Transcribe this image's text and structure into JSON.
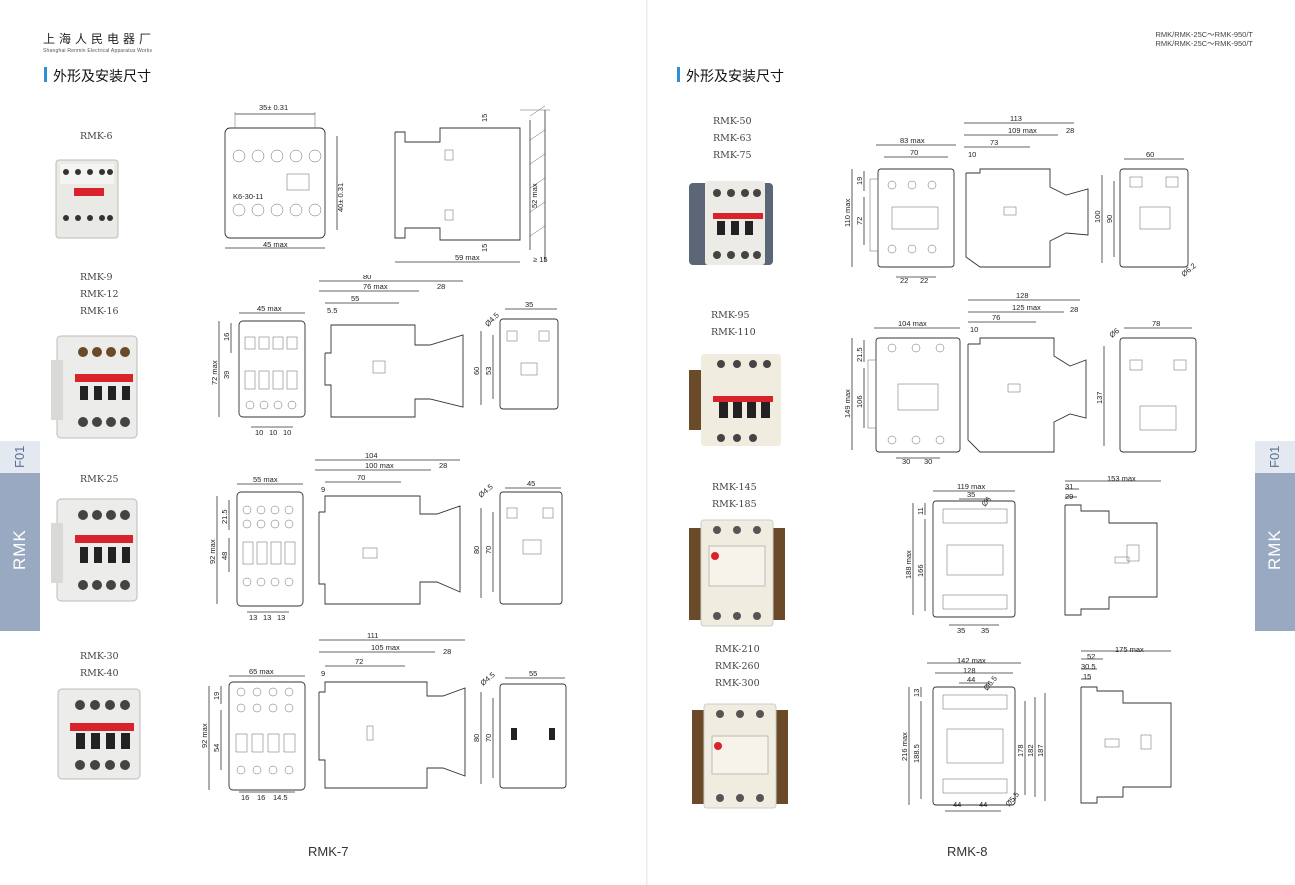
{
  "header": {
    "company_cn": "上海人民电器厂",
    "company_en": "Shanghai Renmin Electrical Apparatus Works",
    "model_line_1": "RMK/RMK-25C～RMK-950/T",
    "model_line_2": "RMK/RMK-25C～RMK-950/T"
  },
  "left": {
    "heading": "外形及安装尺寸",
    "page_number": "RMK-7",
    "tab_code": "F01",
    "tab_name": "RMK",
    "models": [
      {
        "lines": [
          "RMK-6"
        ]
      },
      {
        "lines": [
          "RMK-9",
          "RMK-12",
          "RMK-16"
        ]
      },
      {
        "lines": [
          "RMK-25"
        ]
      },
      {
        "lines": [
          "RMK-30",
          "RMK-40"
        ]
      }
    ],
    "dims": {
      "rmk6": {
        "top": "35± 0.31",
        "right": "40± 0.31",
        "bottom": "45 max",
        "label": "K6-30-11",
        "side_top": "15",
        "side_right": "52 max",
        "side_bottom": "15",
        "side_width": "59 max",
        "side_gap": "≥ 15"
      },
      "rmk9": {
        "width": "45 max",
        "h1": "16",
        "h2": "72 max",
        "h3": "39",
        "pitch": [
          "10",
          "10",
          "10"
        ],
        "d1": "80",
        "d2": "76 max",
        "d3": "55",
        "d4": "28",
        "d5": "5.5",
        "hole": "Ø4.5",
        "w": "35",
        "v1": "60",
        "v2": "53"
      },
      "rmk25": {
        "width": "55 max",
        "h1": "21.5",
        "h2": "92 max",
        "h3": "48",
        "pitch": [
          "13",
          "13",
          "13"
        ],
        "d1": "104",
        "d2": "100 max",
        "d3": "70",
        "d4": "28",
        "d5": "9",
        "hole": "Ø4.5",
        "w": "45",
        "v1": "80",
        "v2": "70"
      },
      "rmk30": {
        "width": "65 max",
        "h1": "19",
        "h2": "92 max",
        "h3": "54",
        "pitch": [
          "16",
          "16",
          "14.5"
        ],
        "d1": "111",
        "d2": "105 max",
        "d3": "72",
        "d4": "28",
        "d5": "9",
        "hole": "Ø4.5",
        "w": "55",
        "v1": "80",
        "v2": "70"
      }
    }
  },
  "right": {
    "heading": "外形及安装尺寸",
    "page_number": "RMK-8",
    "tab_code": "F01",
    "tab_name": "RMK",
    "models": [
      {
        "lines": [
          "RMK-50",
          "RMK-63",
          "RMK-75"
        ]
      },
      {
        "lines": [
          "RMK-95",
          "RMK-110"
        ]
      },
      {
        "lines": [
          "RMK-145",
          "RMK-185"
        ]
      },
      {
        "lines": [
          "RMK-210",
          "RMK-260",
          "RMK-300"
        ]
      }
    ],
    "dims": {
      "rmk50": {
        "w1": "83 max",
        "w2": "70",
        "h1": "19",
        "h2": "110 max",
        "h3": "72",
        "bot": [
          "22",
          "22"
        ],
        "d1": "113",
        "d2": "109 max",
        "d3": "73",
        "d4": "10",
        "d5": "28",
        "w": "60",
        "v1": "100",
        "v2": "90",
        "hole": "Ø6.2"
      },
      "rmk95": {
        "w1": "104 max",
        "h1": "21.5",
        "h2": "149 max",
        "h3": "106",
        "bot": [
          "30",
          "30"
        ],
        "d1": "128",
        "d2": "125 max",
        "d3": "76",
        "d4": "10",
        "d5": "28",
        "w": "78",
        "v1": "137",
        "hole": "Ø6"
      },
      "rmk145": {
        "w1": "119 max",
        "w2": "35",
        "h1": "11",
        "h2": "188 max",
        "h3": "166",
        "bot": [
          "35",
          "35"
        ],
        "hole": "Ø6",
        "d1": "153 max",
        "d2": "31",
        "d3": "29"
      },
      "rmk210": {
        "w1": "142 max",
        "w2": "128",
        "w3": "44",
        "h1": "13",
        "h2": "216 max",
        "h3": "188.5",
        "v": [
          "178",
          "182",
          "187"
        ],
        "bot": [
          "44",
          "44"
        ],
        "hole": "Ø6.5",
        "hole2": "Ø5.5",
        "d1": "175 max",
        "d2": "52",
        "d3": "30.5",
        "d4": "15"
      }
    }
  },
  "colors": {
    "accent": "#2e8fd6",
    "tab": "#9aa9c2",
    "tab_light": "#e4e8f0",
    "red": "#d8232a"
  }
}
